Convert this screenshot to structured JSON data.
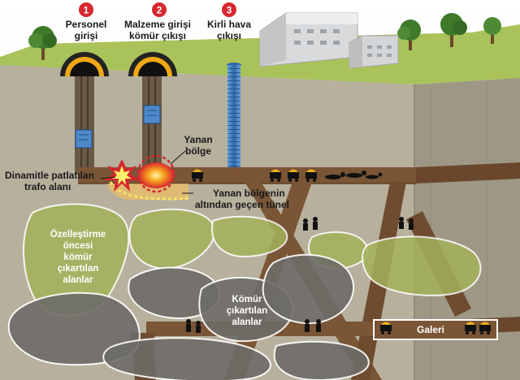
{
  "legend": {
    "marker_color": "#d7262e",
    "entries": [
      {
        "number": "1",
        "line1": "Personel",
        "line2": "girişi"
      },
      {
        "number": "2",
        "line1": "Malzeme girişi",
        "line2": "kömür çıkışı"
      },
      {
        "number": "3",
        "line1": "Kirli hava",
        "line2": "çıkışı"
      }
    ]
  },
  "labels": {
    "burning_zone": {
      "line1": "Yanan",
      "line2": "bölge"
    },
    "blast_area": {
      "line1": "Dinamitle patlatılan",
      "line2": "trafo alanı"
    },
    "tunnel_below": {
      "line1": "Yanan bölgenin",
      "line2": "altından geçen tünel"
    },
    "pre_privatization": {
      "line1": "Özelleştirme",
      "line2": "öncesi",
      "line3": "kömür",
      "line4": "çıkartılan",
      "line5": "alanlar"
    },
    "coal_extracted": {
      "line1": "Kömür",
      "line2": "çıkartılan",
      "line3": "alanlar"
    },
    "gallery": "Galeri"
  },
  "colors": {
    "sky": "#ffffff",
    "grass": "#a9c35a",
    "earth_front": "#b7b09d",
    "earth_side": "#9e9785",
    "tunnel": "#7a5536",
    "tunnel_dark": "#5e3f26",
    "green_zone": "#a4b25a",
    "grey_zone": "#6e6c68",
    "shaft_blue": "#4e88c8",
    "fire": "#f28c1e"
  }
}
